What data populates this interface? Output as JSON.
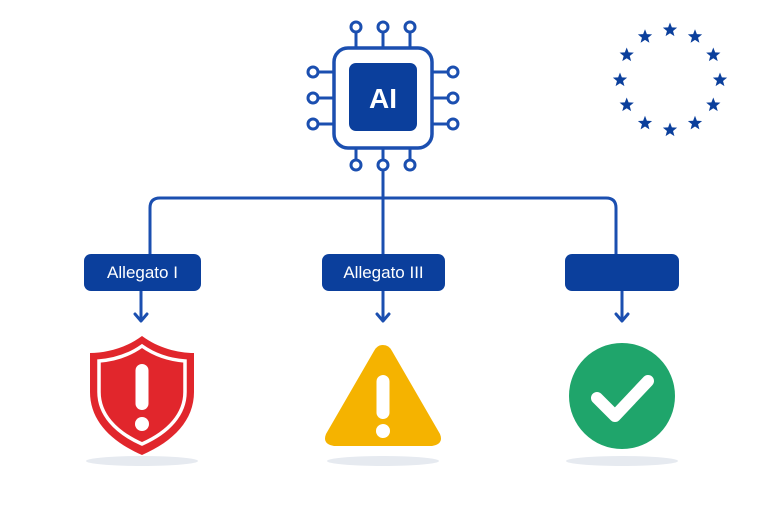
{
  "chip": {
    "label": "AI",
    "icon": "ai-chip-icon"
  },
  "eu_flag": {
    "icon": "eu-stars-icon",
    "star_count": 12
  },
  "branches": [
    {
      "label": "Allegato I",
      "outcome_icon": "warning-shield-icon",
      "outcome_color": "#e1262c"
    },
    {
      "label": "Allegato III",
      "outcome_icon": "warning-triangle-icon",
      "outcome_color": "#f5b300"
    },
    {
      "label": "",
      "outcome_icon": "check-circle-icon",
      "outcome_color": "#1fa56b"
    }
  ],
  "colors": {
    "primary_blue": "#0b3f9c",
    "line_blue": "#1b4fb0",
    "red": "#e1262c",
    "yellow": "#f5b300",
    "green": "#1fa56b"
  }
}
